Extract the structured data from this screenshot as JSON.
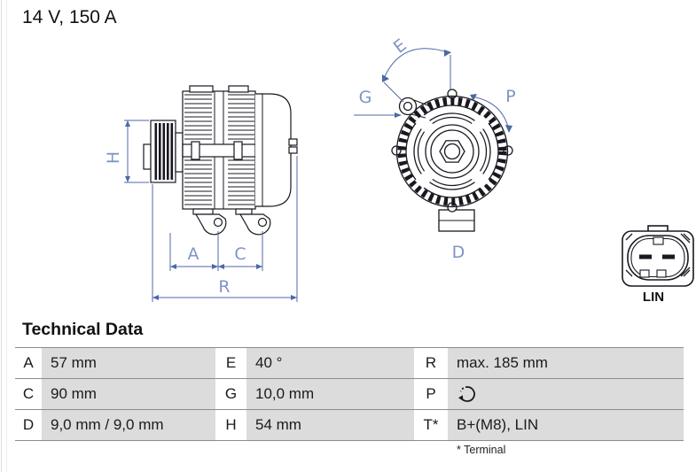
{
  "title": "14 V, 150 A",
  "drawings": {
    "side_view": {
      "labels": {
        "h": "H",
        "a": "A",
        "c": "C",
        "r": "R"
      }
    },
    "front_view": {
      "labels": {
        "e": "E",
        "g": "G",
        "p": "P",
        "d": "D"
      }
    },
    "connector": {
      "label": "LIN"
    }
  },
  "technical_data": {
    "heading": "Technical Data",
    "rows": [
      [
        {
          "key": "A",
          "value": "57 mm"
        },
        {
          "key": "E",
          "value": "40 °"
        },
        {
          "key": "R",
          "value": "max. 185 mm"
        }
      ],
      [
        {
          "key": "C",
          "value": "90 mm"
        },
        {
          "key": "G",
          "value": "10,0 mm"
        },
        {
          "key": "P",
          "value": "",
          "icon": "rotation-cw-icon"
        }
      ],
      [
        {
          "key": "D",
          "value": "9,0 mm / 9,0 mm"
        },
        {
          "key": "H",
          "value": "54 mm"
        },
        {
          "key": "T*",
          "value": "B+(M8), LIN"
        }
      ]
    ],
    "footnote": "* Terminal"
  },
  "colors": {
    "dimension_blue": "#4c69a4",
    "label_blue": "#7e95c4",
    "drawing_line": "#181820",
    "cell_gray": "#dcdcdc",
    "rule_gray": "#8c8c8c"
  }
}
